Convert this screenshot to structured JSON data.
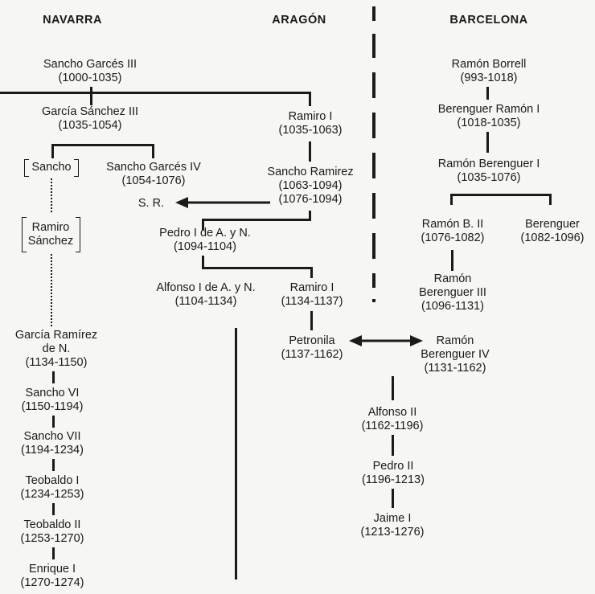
{
  "headers": {
    "navarra": "NAVARRA",
    "aragon": "ARAGÓN",
    "barcelona": "BARCELONA"
  },
  "navarra": {
    "sancho_garces_iii": {
      "name": "Sancho Garcés III",
      "years": "(1000-1035)"
    },
    "garcia_sanchez_iii": {
      "name": "García Sánchez III",
      "years": "(1035-1054)"
    },
    "sancho": {
      "name": "Sancho"
    },
    "sancho_garces_iv": {
      "name": "Sancho Garcés IV",
      "years": "(1054-1076)"
    },
    "sr": {
      "name": "S. R."
    },
    "ramiro_sanchez": {
      "line1": "Ramiro",
      "line2": "Sánchez"
    },
    "garcia_ramirez": {
      "line1": "García Ramírez",
      "line2": "de N.",
      "years": "(1134-1150)"
    },
    "sancho_vi": {
      "name": "Sancho VI",
      "years": "(1150-1194)"
    },
    "sancho_vii": {
      "name": "Sancho VII",
      "years": "(1194-1234)"
    },
    "teobaldo_i": {
      "name": "Teobaldo I",
      "years": "(1234-1253)"
    },
    "teobaldo_ii": {
      "name": "Teobaldo II",
      "years": "(1253-1270)"
    },
    "enrique_i": {
      "name": "Enrique I",
      "years": "(1270-1274)"
    }
  },
  "aragon": {
    "ramiro_i": {
      "name": "Ramiro I",
      "years": "(1035-1063)"
    },
    "sancho_ramirez": {
      "name": "Sancho Ramirez",
      "years1": "(1063-1094)",
      "years2": "(1076-1094)"
    },
    "pedro_i": {
      "name": "Pedro I de A. y N.",
      "years": "(1094-1104)"
    },
    "alfonso_i": {
      "name": "Alfonso I de A. y N.",
      "years": "(1104-1134)"
    },
    "ramiro_i_b": {
      "name": "Ramiro I",
      "years": "(1134-1137)"
    },
    "petronila": {
      "name": "Petronila",
      "years": "(1137-1162)"
    },
    "alfonso_ii": {
      "name": "Alfonso II",
      "years": "(1162-1196)"
    },
    "pedro_ii": {
      "name": "Pedro II",
      "years": "(1196-1213)"
    },
    "jaime_i": {
      "name": "Jaime I",
      "years": "(1213-1276)"
    }
  },
  "barcelona": {
    "ramon_borrell": {
      "name": "Ramón Borrell",
      "years": "(993-1018)"
    },
    "berenguer_ramon_i": {
      "name": "Berenguer Ramón I",
      "years": "(1018-1035)"
    },
    "ramon_berenguer_i": {
      "name": "Ramón Berenguer I",
      "years": "(1035-1076)"
    },
    "ramon_b_ii": {
      "name": "Ramón B. II",
      "years": "(1076-1082)"
    },
    "berenguer": {
      "name": "Berenguer",
      "years": "(1082-1096)"
    },
    "ramon_berenguer_iii": {
      "line1": "Ramón",
      "line2": "Berenguer III",
      "years": "(1096-1131)"
    },
    "ramon_berenguer_iv": {
      "line1": "Ramón",
      "line2": "Berenguer IV",
      "years": "(1131-1162)"
    }
  }
}
